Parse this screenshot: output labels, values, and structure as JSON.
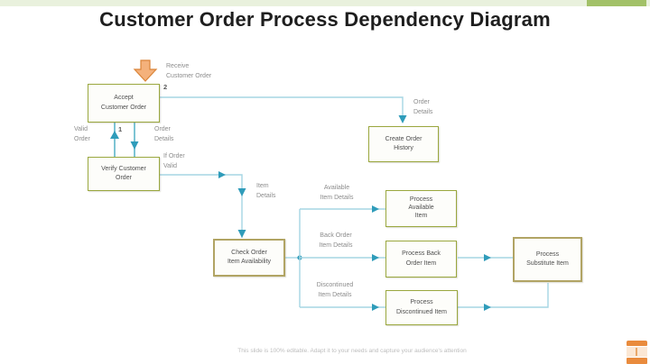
{
  "slide": {
    "title": "Customer Order Process Dependency Diagram",
    "footer": "This slide is 100% editable. Adapt it to your needs and capture your audience's attention"
  },
  "colors": {
    "top_bar": "#e9f1dd",
    "top_bar_accent": "#a2c168",
    "box_border": "#9aa73e",
    "box_border_thick": "#b1a464",
    "connector_line": "#a6d5e3",
    "connector_line_dark": "#5db5ca",
    "arrowhead": "#2f9cba",
    "start_arrow_fill": "#f4b17b",
    "start_arrow_stroke": "#da8438",
    "label_text": "#8c8c8c",
    "node_text": "#4f4f4f",
    "title_text": "#1e1e1e",
    "logo_orange": "#e98b3d"
  },
  "icons": {
    "start_arrow": "orange-down-arrow",
    "logo": "brand-logo",
    "junction_dot": "teal-circle"
  },
  "nodes": {
    "accept": {
      "label": "Accept\nCustomer Order"
    },
    "verify": {
      "label": "Verify Customer\nOrder"
    },
    "create_history": {
      "label": "Create Order\nHistory"
    },
    "check_availability": {
      "label": "Check Order\nItem Availability"
    },
    "process_available": {
      "label": "Process\nAvailable\nItem"
    },
    "process_back": {
      "label": "Process Back\nOrder Item"
    },
    "process_substitute": {
      "label": "Process\nSubstitute Item"
    },
    "process_discontinued": {
      "label": "Process\nDiscontinued Item"
    }
  },
  "edge_labels": {
    "receive": "Receive\nCustomer Order",
    "step2": "2",
    "valid_order": "Valid\nOrder",
    "step1": "1",
    "order_details_left": "Order\nDetails",
    "if_order_valid": "If Order\nValid",
    "item_details": "Item\nDetails",
    "order_details_right": "Order\nDetails",
    "available_item": "Available\nItem Details",
    "back_order_item": "Back Order\nItem Details",
    "discontinued_item": "Discontinued\nItem Details"
  }
}
